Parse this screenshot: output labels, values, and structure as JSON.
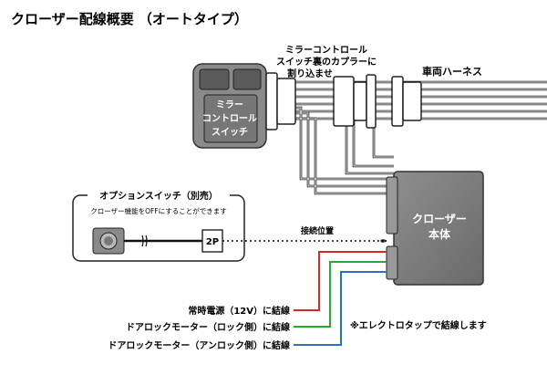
{
  "title": "クローザー配線概要 （オートタイプ）",
  "mirror_switch": {
    "lines": [
      "ミラー",
      "コントロール",
      "スイッチ"
    ]
  },
  "connector_label": {
    "lines": [
      "ミラーコントロール",
      "スイッチ裏のカプラーに",
      "割り込ませ"
    ]
  },
  "harness_label": "車両ハーネス",
  "option_switch": {
    "title": "オプションスイッチ（別売）",
    "note": "クローザー機能をOFFにすることができます",
    "plug": "2P"
  },
  "connection_label": "接続位置",
  "closer_unit": {
    "lines": [
      "クローザー",
      "本体"
    ]
  },
  "wires": [
    {
      "label": "常時電源（12V）に結線",
      "color": "#d42a2a"
    },
    {
      "label": "ドアロックモーター（ロック側）に結線",
      "color": "#29a83a"
    },
    {
      "label": "ドアロックモーター（アンロック側）に結線",
      "color": "#2f6fc0"
    }
  ],
  "note": "※エレクトロタップで結線します"
}
